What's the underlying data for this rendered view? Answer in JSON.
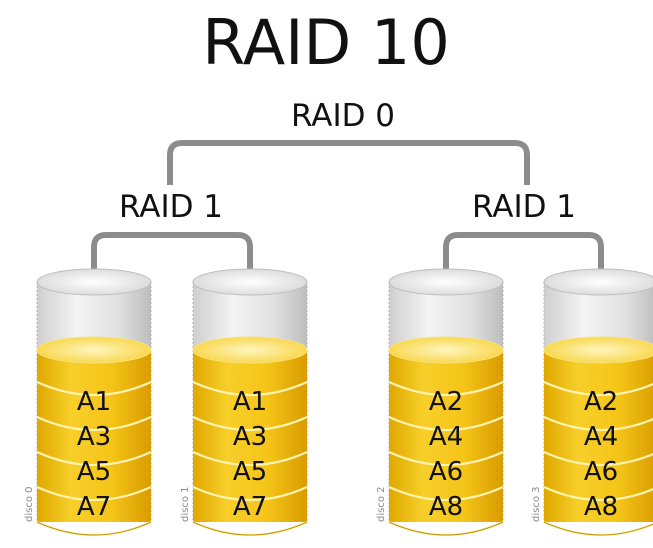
{
  "title": "RAID 10",
  "top_level_label": "RAID 0",
  "mirror_groups": [
    {
      "label": "RAID 1",
      "disks": [
        {
          "name": "disco 0",
          "blocks": [
            "A1",
            "A3",
            "A5",
            "A7"
          ]
        },
        {
          "name": "disco 1",
          "blocks": [
            "A1",
            "A3",
            "A5",
            "A7"
          ]
        }
      ]
    },
    {
      "label": "RAID 1",
      "disks": [
        {
          "name": "disco 2",
          "blocks": [
            "A2",
            "A4",
            "A6",
            "A8"
          ]
        },
        {
          "name": "disco 3",
          "blocks": [
            "A2",
            "A4",
            "A6",
            "A8"
          ]
        }
      ]
    }
  ],
  "colors": {
    "connector": "#8c8c8c",
    "block_fill": "#f2c214",
    "block_highlight": "#fbd94a",
    "disk_shell": "#e6e6e6"
  }
}
